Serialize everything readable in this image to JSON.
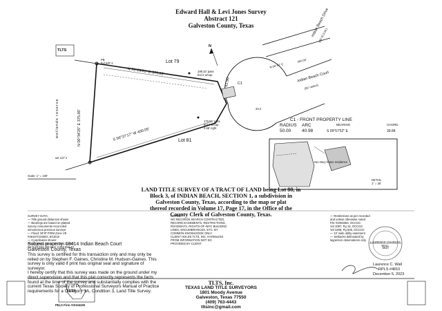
{
  "header": {
    "line1": "Edward Hall & Levi Jones Survey",
    "line2": "Abstract 121",
    "line3": "Galveston County, Texas"
  },
  "plat": {
    "lot_top": "Lot 79",
    "lot_bottom": "Lot 81",
    "north_line": "N 76°29'01\" E 375.22'",
    "south_line": "S 56°37'17\" W 400.05'",
    "west_line": "N 00°34'25\" E 375.00'",
    "east_line": "61.90'",
    "road_label": "Indian Beach Court",
    "road_width": "(50' radius)",
    "road_label2": "Indian Beach Drive",
    "road_width2": "(60' R.O.W.)",
    "wetlands": "wetlands reserve",
    "iron_rod_nw_1": "PB",
    "iron_rod_nw_2": "fnd 5/8\" ir",
    "iron_rod_sw": "set 1/2\" ir",
    "pipe_north_1": "199.32' pass",
    "pipe_north_2": "fnd ir w/cap",
    "pipe_south_1": "170.55' pass",
    "pipe_south_2": "fnd ir w/cap",
    "pipe_south_3": "0.68' right",
    "dim_east": "20.2",
    "dim_east2": "N 56°37' E",
    "dim_east3": "300.00'",
    "curve_label": "C1",
    "north_arrow": "N",
    "scale": "Scale: 1\" = 100'",
    "detail_scale": "DETAIL\n1\" = 30'",
    "house_label": "two story frame residence"
  },
  "curve_table": {
    "title": "C1 - FRONT PROPERTY LINE",
    "headers": [
      "RADIUS",
      "ARC",
      "BEARING",
      "CHORD"
    ],
    "values": [
      "50.00",
      "40.98",
      "S 09°57'52\" E",
      "39.84"
    ]
  },
  "title_block": {
    "line1": "LAND TITLE SURVEY OF A TRACT OF LAND being Lot 80, in",
    "line2": "Block 3, of INDIAN BEACH, SECTION 1, a subdivision in",
    "line3": "Galveston County, Texas, according to the map or plat",
    "line4": "thereof recorded in Volume 17, Page 17, in the Office of the",
    "line5": "County Clerk of Galveston County, Texas."
  },
  "survey_data": {
    "title": "SURVEY DATA:",
    "lines": [
      "— Title ground distances shown",
      "— Bearings are based on platted",
      "  Survey monuments reconciled",
      "  w/numerous previous surveys",
      "— Flood: NFIP FIRM Zone VE",
      "  #48167C0460G, 8/15/19",
      "— Coordinates shown:",
      "P1 N:13,663,195.91 E 3,244,302.62",
      "P2 N:13,663,269.93 E 3,243,953.40"
    ]
  },
  "notes": {
    "title": "NOTES:",
    "lines": [
      "NO RECORDS SEARCH CONTRACTED,",
      "RECORD EASEMENTS, RESTRICTIONS,",
      "ROADWAYS, RIGHTS-OF-WAY, BUILDING",
      "LINES, ENCUMBRANCES, ETC. BY",
      "COMMON KNOWLEDGE ONLY.",
      "CLIENT HOLDS TLTS, INC. HARMLESS",
      "FROM INFORMATION NOT SO",
      "PROVIDED BY CLIENT."
    ]
  },
  "restrictions": {
    "lines": [
      "— Restrictions as per recorded",
      "  and unless otherwise noted",
      "  File #2004863, OCCGC",
      "  Vol 1097, Pg 15, OCCGC",
      "  Vol 3408, Pg 836, OCCGC",
      "— 10' wide utility easement",
      "— Setbacks delineated by",
      "  layperson observations only"
    ]
  },
  "subject": {
    "line1": "Subject property:  18414 Indian Beach Court",
    "line2": "Galveston County, Texas"
  },
  "certification": {
    "line1": "This survey is certified for this transaction only and may only be",
    "line2": "relied on by Stephen F. Gaines, Christine M. Hudson-Gaines. This",
    "line3": "survey is only valid if print has original seal and signature of",
    "line4": "surveyor.",
    "line5": "I hereby certify that this survey was made on the ground under my",
    "line6": "direct supervision and that this plat correctly represents the facts",
    "line7": "found at the time of the survey and substantially complies with the",
    "line8": "current Texas Society of Professional Surveyors Manual of Practice",
    "line9": "requirements for a Category 1A, Condition 3, Land Title Survey."
  },
  "signature": {
    "name": "Laurence C. Wall",
    "rpls": "RPLS #4810",
    "date": "December 5, 2023",
    "seal_top": "LAURENCE CHARLES WALL",
    "seal_num": "4810"
  },
  "footer": {
    "company": "TLTS, Inc.",
    "tagline": "TEXAS LAND TITLE SURVEYORS",
    "address1": "1801 Moody Avenue",
    "address2": "Galveston, Texas 77550",
    "phone": "(409) 763-4443",
    "email": "tltsinc@gmail.com",
    "logo_text": "TLTS",
    "firm": "PELS Firm #10104200"
  },
  "colors": {
    "ink": "#111111",
    "paper": "#ffffff",
    "shade": "#bdbdbd"
  }
}
